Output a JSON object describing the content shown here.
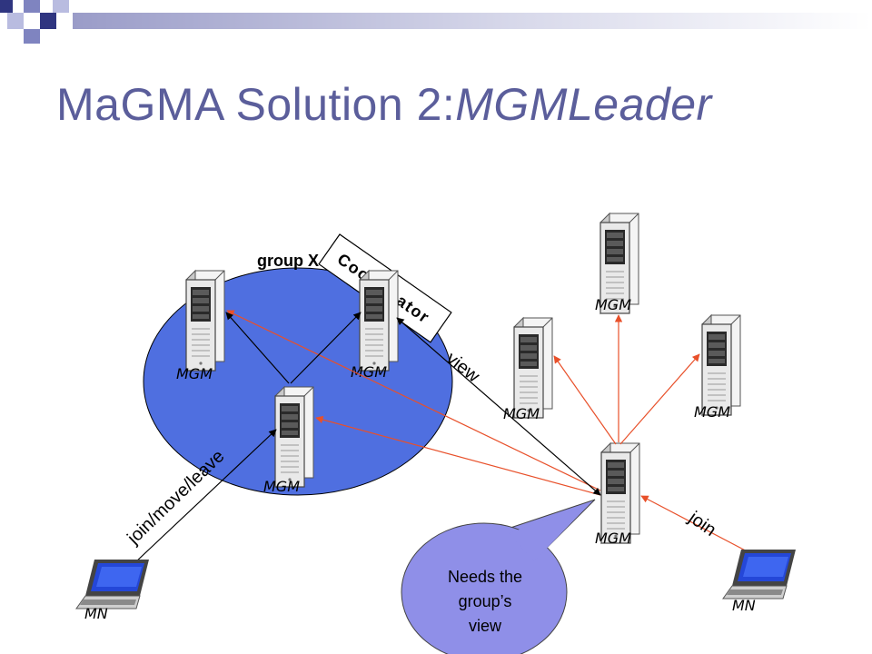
{
  "slide": {
    "title_main": "MaGMA Solution 2:",
    "title_italic": "MGMLeader",
    "colors": {
      "title": "#5b5e9b",
      "group_fill": "#4f6fe0",
      "red_arrow": "#e8502a",
      "black_arrow": "#000000",
      "callout_fill": "#8f8fe8"
    }
  },
  "diagram": {
    "group_label": "group X",
    "coordinator_label": "Coordinator",
    "view_label": "view",
    "join_move_leave_label": "join/move/leave",
    "join_label": "join",
    "callout_lines": [
      "Needs the",
      "group’s",
      "view"
    ],
    "servers": [
      {
        "id": "group-left",
        "label": "MGM"
      },
      {
        "id": "group-coordinator",
        "label": "MGM"
      },
      {
        "id": "group-bottom",
        "label": "MGM"
      },
      {
        "id": "top",
        "label": "MGM"
      },
      {
        "id": "middle",
        "label": "MGM"
      },
      {
        "id": "right",
        "label": "MGM"
      },
      {
        "id": "leader",
        "label": "MGM"
      }
    ],
    "mobile_nodes": [
      {
        "id": "mn-left",
        "label": "MN"
      },
      {
        "id": "mn-right",
        "label": "MN"
      }
    ]
  }
}
